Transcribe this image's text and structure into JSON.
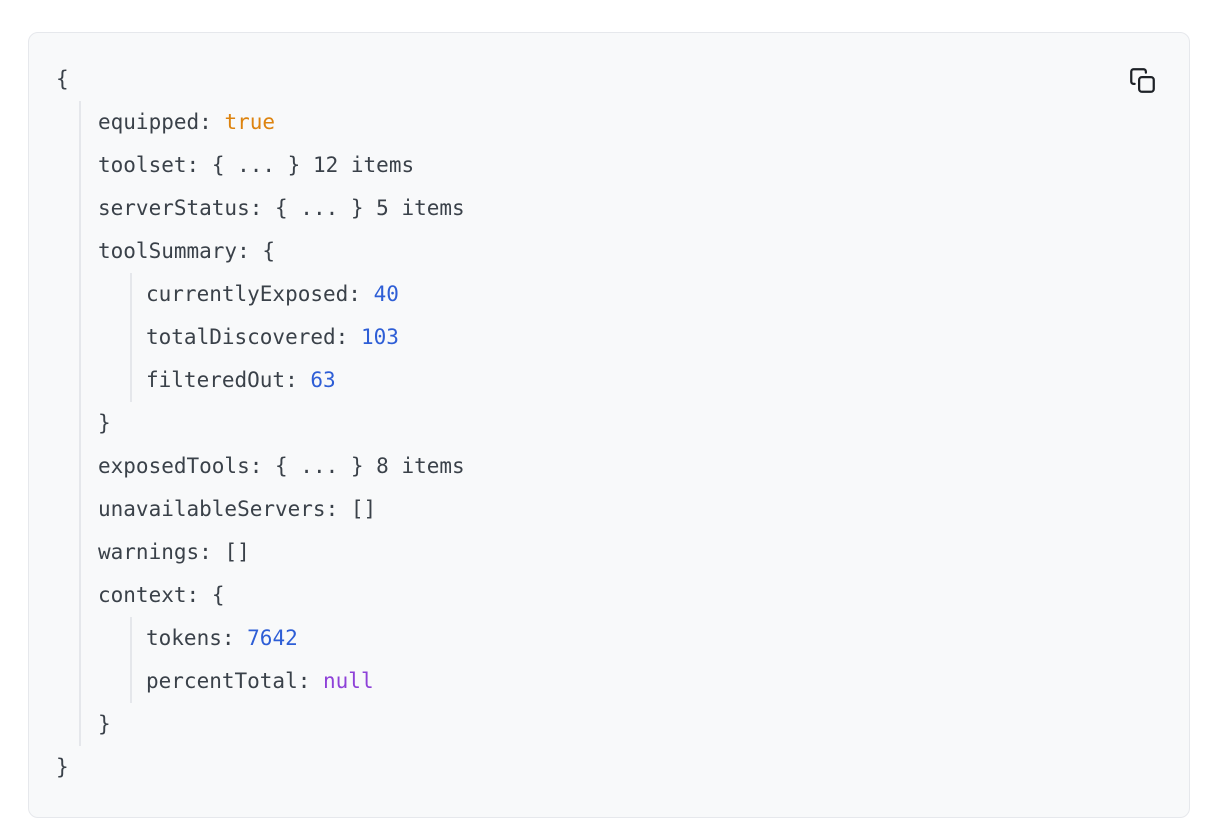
{
  "card": {
    "copy_button": {
      "title": "Copy",
      "icon": "copy-icon"
    }
  },
  "colors": {
    "card_bg": "#f8f9fa",
    "card_border": "#e6e8ec",
    "guide": "#e5e7eb",
    "key": "#3a4149",
    "punct": "#3a4149",
    "items": "#3a4149",
    "boolean": "#dd830e",
    "number": "#2e5ed6",
    "null": "#8e41d8",
    "icon": "#1d2126"
  },
  "json_tree": {
    "open": "{",
    "close": "}",
    "entries": [
      {
        "kind": "pair",
        "key": "equipped",
        "separator": ": ",
        "value": "true",
        "value_type": "boolean"
      },
      {
        "kind": "collapsed",
        "key": "toolset",
        "separator": ": ",
        "summary": "{ ... } ",
        "count": "12 items"
      },
      {
        "kind": "collapsed",
        "key": "serverStatus",
        "separator": ": ",
        "summary": "{ ... } ",
        "count": "5 items"
      },
      {
        "kind": "block",
        "key": "toolSummary",
        "separator": ": ",
        "open": "{",
        "close": "}",
        "entries": [
          {
            "kind": "pair",
            "key": "currentlyExposed",
            "separator": ": ",
            "value": "40",
            "value_type": "number"
          },
          {
            "kind": "pair",
            "key": "totalDiscovered",
            "separator": ": ",
            "value": "103",
            "value_type": "number"
          },
          {
            "kind": "pair",
            "key": "filteredOut",
            "separator": ": ",
            "value": "63",
            "value_type": "number"
          }
        ]
      },
      {
        "kind": "collapsed",
        "key": "exposedTools",
        "separator": ": ",
        "summary": "{ ... } ",
        "count": "8 items"
      },
      {
        "kind": "pair",
        "key": "unavailableServers",
        "separator": ": ",
        "value": "[]",
        "value_type": "punct"
      },
      {
        "kind": "pair",
        "key": "warnings",
        "separator": ": ",
        "value": "[]",
        "value_type": "punct"
      },
      {
        "kind": "block",
        "key": "context",
        "separator": ": ",
        "open": "{",
        "close": "}",
        "entries": [
          {
            "kind": "pair",
            "key": "tokens",
            "separator": ": ",
            "value": "7642",
            "value_type": "number"
          },
          {
            "kind": "pair",
            "key": "percentTotal",
            "separator": ": ",
            "value": "null",
            "value_type": "null"
          }
        ]
      }
    ]
  }
}
